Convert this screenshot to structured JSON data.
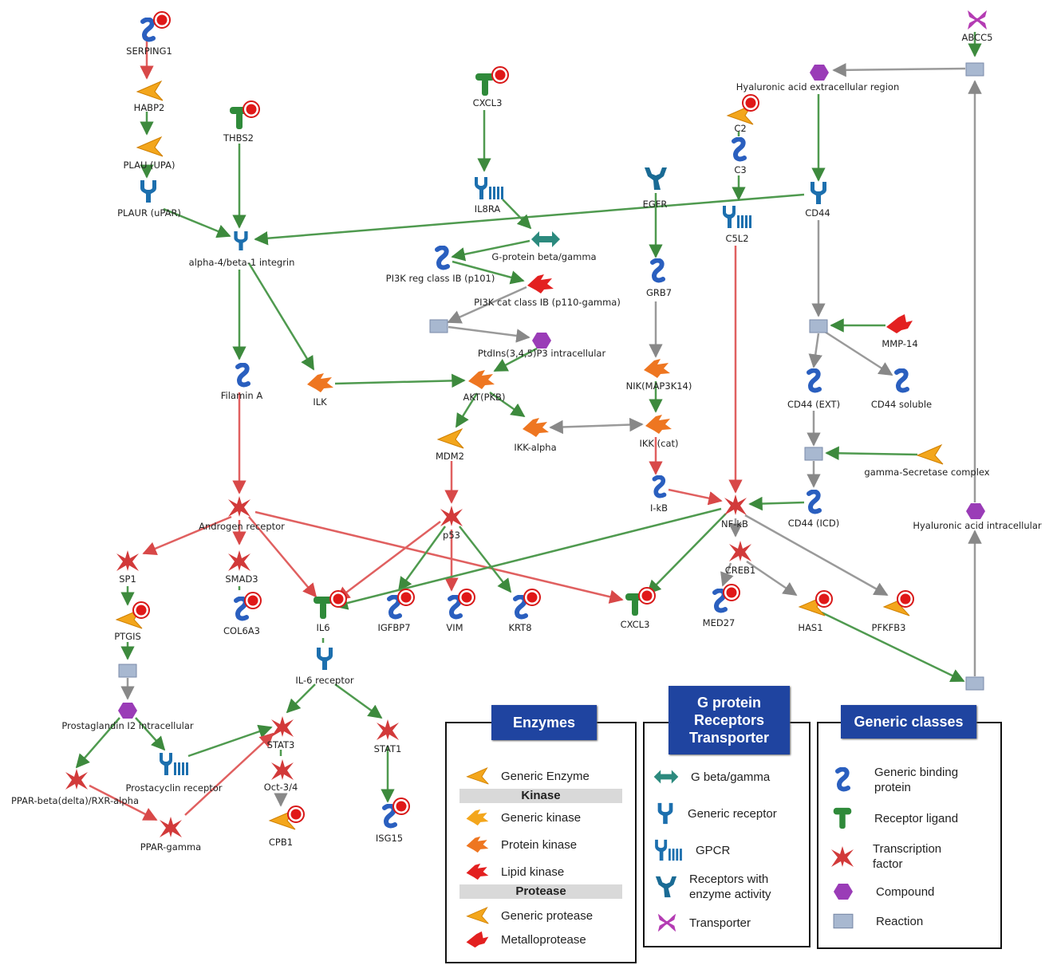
{
  "nodes": {
    "serping1": "SERPING1",
    "habp2": "HABP2",
    "plau": "PLAU (UPA)",
    "plaur": "PLAUR (uPAR)",
    "thbs2": "THBS2",
    "a4b1": "alpha-4/beta-1 integrin",
    "filamin": "Filamin A",
    "ilk": "ILK",
    "cxcl3_top": "CXCL3",
    "il8ra": "IL8RA",
    "gprot": "G-protein beta/gamma",
    "pi3kreg": "PI3K reg class IB (p101)",
    "pi3kcat": "PI3K cat class IB (p110-gamma)",
    "ptdins": "PtdIns(3,4,5)P3 intracellular",
    "akt": "AKT(PKB)",
    "mdm2": "MDM2",
    "ikka": "IKK-alpha",
    "egfr": "EGFR",
    "grb7": "GRB7",
    "nik": "NIK(MAP3K14)",
    "ikkcat": "IKK (cat)",
    "ikb": "I-kB",
    "c2": "C2",
    "c3": "C3",
    "c5l2": "C5L2",
    "abcc5": "ABCC5",
    "ha_extra": "Hyaluronic acid extracellular region",
    "cd44": "CD44",
    "mmp14": "MMP-14",
    "cd44ext": "CD44 (EXT)",
    "cd44sol": "CD44 soluble",
    "gsec": "gamma-Secretase complex",
    "cd44icd": "CD44 (ICD)",
    "ha_intra": "Hyaluronic acid intracellular",
    "ar": "Androgen receptor",
    "sp1": "SP1",
    "smad3": "SMAD3",
    "col6a3": "COL6A3",
    "ptgis": "PTGIS",
    "pgi2": "Prostaglandin I2 intracellular",
    "ppard": "PPAR-beta(delta)/RXR-alpha",
    "pparg": "PPAR-gamma",
    "ipr": "Prostacyclin receptor",
    "il6": "IL6",
    "il6r": "IL-6 receptor",
    "stat3": "STAT3",
    "oct34": "Oct-3/4",
    "cpb1": "CPB1",
    "stat1": "STAT1",
    "isg15": "ISG15",
    "p53": "p53",
    "igfbp7": "IGFBP7",
    "vim": "VIM",
    "krt8": "KRT8",
    "cxcl3_bot": "CXCL3",
    "nfkb": "NF-kB",
    "creb1": "CREB1",
    "med27": "MED27",
    "has1": "HAS1",
    "pfkfb3": "PFKFB3"
  },
  "legend": {
    "enzymes": {
      "title": "Enzymes",
      "generic_enzyme": "Generic Enzyme",
      "kinase_band": "Kinase",
      "generic_kinase": "Generic kinase",
      "protein_kinase": "Protein kinase",
      "lipid_kinase": "Lipid kinase",
      "protease_band": "Protease",
      "generic_protease": "Generic protease",
      "metalloprotease": "Metalloprotease"
    },
    "gpcr": {
      "title_1": "G protein",
      "title_2": "Receptors",
      "title_3": "Transporter",
      "gbeta": "G beta/gamma",
      "generic_receptor": "Generic receptor",
      "gpcr": "GPCR",
      "rwea_1": "Receptors with",
      "rwea_2": "enzyme activity",
      "transporter": "Transporter"
    },
    "generic": {
      "title": "Generic classes",
      "gbp_1": "Generic binding",
      "gbp_2": "protein",
      "ligand": "Receptor ligand",
      "tf_1": "Transcription",
      "tf_2": "factor",
      "compound": "Compound",
      "reaction": "Reaction"
    }
  },
  "colors": {
    "activation": "#4f9a4f",
    "inhibition": "#e06060",
    "unspecified": "#9a9a9a",
    "legend_header": "#1f44a0"
  }
}
